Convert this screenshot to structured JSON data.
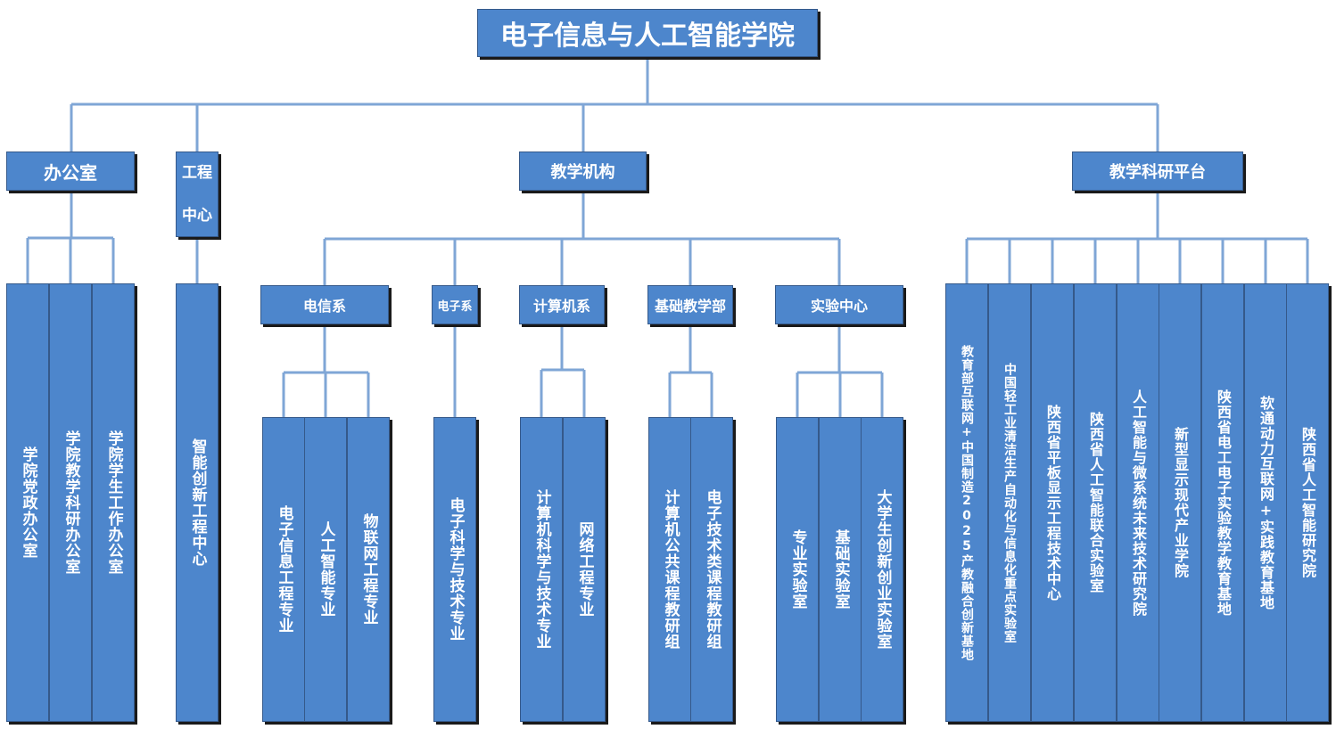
{
  "root": "电子信息与人工智能学院",
  "level1": {
    "office": "办公室",
    "engineering_center": "工程中心",
    "teaching": "教学机构",
    "platform": "教学科研平台"
  },
  "office_units": [
    "学院党政办公室",
    "学院教学科研办公室",
    "学院学生工作办公室"
  ],
  "engineering_units": [
    "智能创新工程中心"
  ],
  "departments": {
    "telecom": {
      "name": "电信系",
      "majors": [
        "电子信息工程专业",
        "人工智能专业",
        "物联网工程专业"
      ]
    },
    "electronics": {
      "name": "电子系",
      "majors": [
        "电子科学与技术专业"
      ]
    },
    "computer": {
      "name": "计算机系",
      "majors": [
        "计算机科学与技术专业",
        "网络工程专业"
      ]
    },
    "basic": {
      "name": "基础教学部",
      "majors": [
        "计算机公共课程教研组",
        "电子技术类课程教研组"
      ]
    },
    "lab": {
      "name": "实验中心",
      "majors": [
        "专业实验室",
        "基础实验室",
        "大学生创新创业实验室"
      ]
    }
  },
  "platforms": [
    "教育部互联网+中国制造2025产教融合创新基地",
    "中国轻工业清洁生产自动化与信息化重点实验室",
    "陕西省平板显示工程技术中心",
    "陕西省人工智能联合实验室",
    "人工智能与微系统未来技术研究院",
    "新型显示现代产业学院",
    "陕西省电工电子实验教学教育基地",
    "软通动力互联网+实践教育基地",
    "陕西省人工智能研究院"
  ],
  "colors": {
    "box": "#4d86cc",
    "line": "#7fa6d6",
    "shadow": "#1a1a1a",
    "text": "#ffffff"
  }
}
